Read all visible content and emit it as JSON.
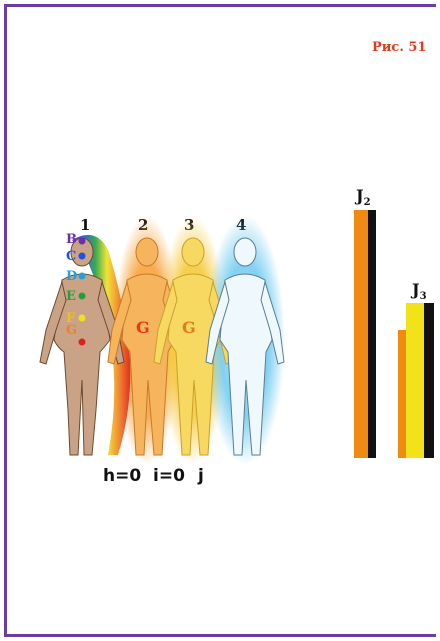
{
  "figure_label": "Рис. 51",
  "figures": [
    {
      "number": "1"
    },
    {
      "number": "2"
    },
    {
      "number": "3"
    },
    {
      "number": "4"
    }
  ],
  "chakra_letters": [
    "B",
    "C",
    "D",
    "E",
    "F",
    "G"
  ],
  "aura_letters": [
    "G",
    "G"
  ],
  "formulas": [
    "h=0",
    "i=0",
    "j"
  ],
  "indicators": [
    {
      "label": "J",
      "subscript": "2"
    },
    {
      "label": "J",
      "subscript": "3"
    }
  ],
  "colors": {
    "frame": "#6a3da0",
    "figure_label": "#e23a1a",
    "aura_orange": "#f7a23a",
    "aura_yellow": "#f5d23a",
    "aura_blue": "#5cc4ef",
    "bar_orange": "#ef8a12",
    "bar_yellow": "#f2e21a",
    "bar_black": "#111111"
  }
}
